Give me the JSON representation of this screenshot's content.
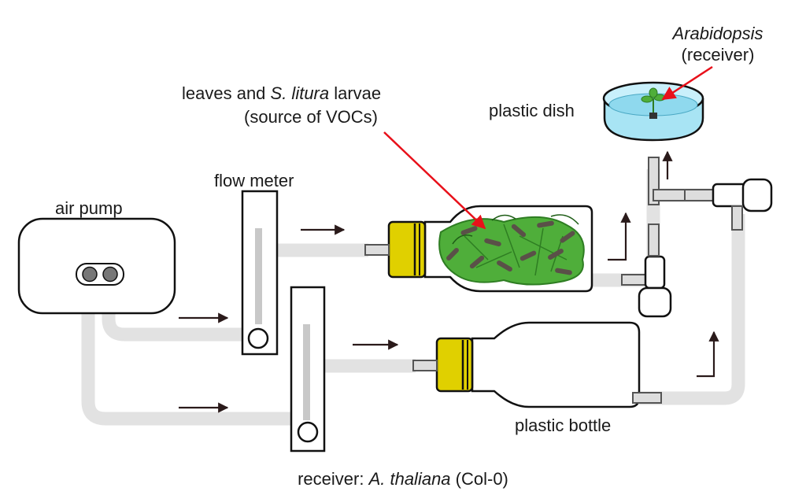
{
  "labels": {
    "air_pump": "air pump",
    "flow_meter": "flow meter",
    "source_line1_pre": "leaves and ",
    "source_line1_italic": "S. litura",
    "source_line1_post": " larvae",
    "source_line2": "(source of VOCs)",
    "receiver_line1": "Arabidopsis",
    "receiver_line2": "(receiver)",
    "plastic_dish": "plastic dish",
    "plastic_bottle": "plastic bottle",
    "footer_pre": "receiver: ",
    "footer_italic": "A. thaliana",
    "footer_post": " (Col-0)"
  },
  "colors": {
    "tube": "#e2e2e2",
    "cap": "#e0d000",
    "leaf": "#4fae3a",
    "leaf_dark": "#2e7d22",
    "larva": "#5a5048",
    "dish_water": "#a8e4f4",
    "annotation_arrow": "#e8101a",
    "flow_arrow": "#2a1a1a"
  }
}
